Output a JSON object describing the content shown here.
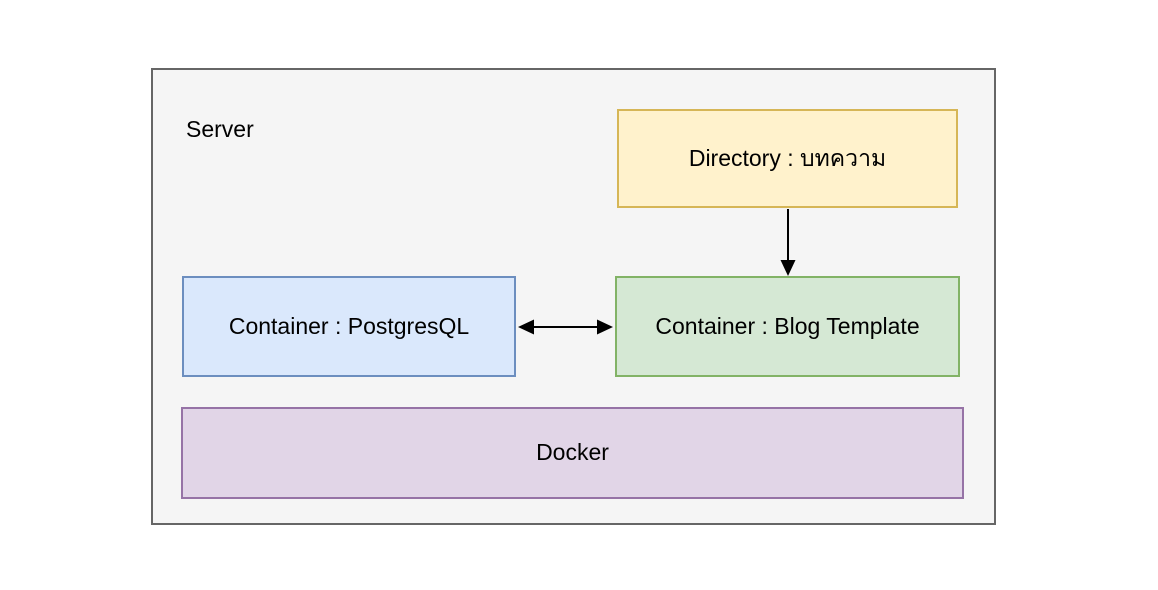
{
  "canvas": {
    "background": "#ffffff"
  },
  "server_group": {
    "label": "Server",
    "fill": "#f5f5f5",
    "border_color": "#666666"
  },
  "nodes": {
    "directory": {
      "label": "Directory : บทความ",
      "fill": "#fff2cc",
      "border_color": "#d6b656"
    },
    "postgres": {
      "label": "Container : PostgresQL",
      "fill": "#dae8fc",
      "border_color": "#6c8ebf"
    },
    "blog_template": {
      "label": "Container : Blog Template",
      "fill": "#d5e8d4",
      "border_color": "#82b366"
    },
    "docker": {
      "label": "Docker",
      "fill": "#e1d5e7",
      "border_color": "#9673a6"
    }
  },
  "edges": {
    "color": "#000000",
    "directory_to_blog_template": {
      "type": "arrow",
      "direction": "down",
      "from": "directory",
      "to": "blog_template"
    },
    "postgres_blog_template": {
      "type": "double-arrow",
      "direction": "horizontal",
      "from": "postgres",
      "to": "blog_template"
    }
  }
}
